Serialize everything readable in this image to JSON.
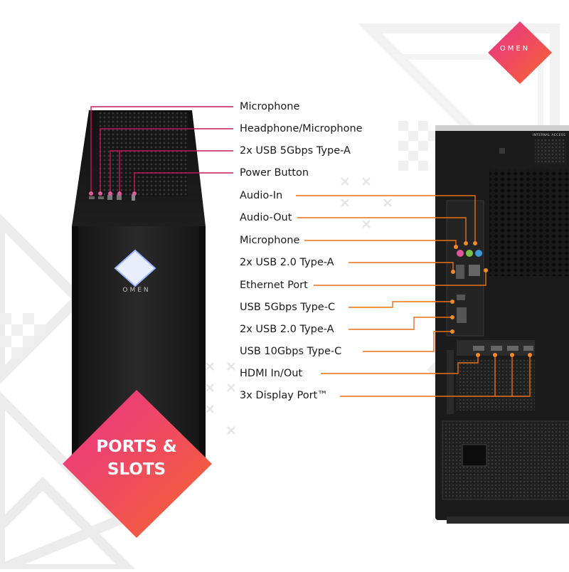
{
  "brand": {
    "logo_text": "OMEN",
    "tower_text": "OMEN",
    "rear_access_text": "INTERNAL ACCESS"
  },
  "badge": {
    "line1": "PORTS &",
    "line2": "SLOTS"
  },
  "front_labels": [
    "Microphone",
    "Headphone/Microphone",
    "2x USB 5Gbps Type-A",
    "Power Button"
  ],
  "rear_labels": [
    "Audio-In",
    "Audio-Out",
    "Microphone",
    "2x USB 2.0 Type-A",
    "Ethernet Port",
    "USB 5Gbps Type-C",
    "2x USB 2.0 Type-A",
    "USB 10Gbps Type-C",
    "HDMI In/Out",
    "3x Display Port™"
  ],
  "colors": {
    "front_line": "#c2185b",
    "rear_line": "#e8701a",
    "badge_start": "#e8338a",
    "badge_end": "#f5652a",
    "tower": "#1a1a1a"
  }
}
